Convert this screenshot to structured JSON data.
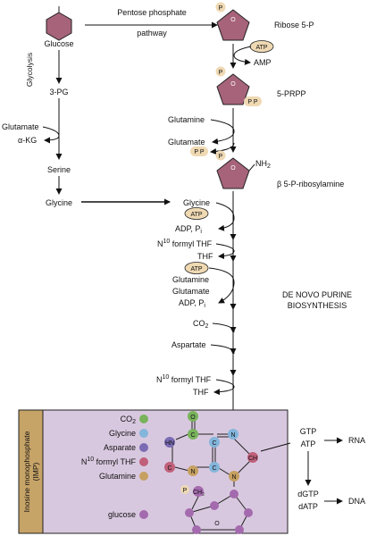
{
  "glycolysis": {
    "glucose": "Glucose",
    "glycolysis_label": "Glycolysis",
    "pg3": "3-PG",
    "glutamate": "Glutamate",
    "akg": "α-KG",
    "serine": "Serine",
    "glycine": "Glycine"
  },
  "ppp": {
    "line1": "Pentose phosphate",
    "line2": "pathway"
  },
  "main": {
    "ribose5p": "Ribose 5-P",
    "atp": "ATP",
    "amp": "AMP",
    "prpp": "5-PRPP",
    "glutamine": "Glutamine",
    "glutamate": "Glutamate",
    "pp": "P P",
    "p": "P",
    "ribosylamine": "β 5-P-ribosylamine",
    "nh2": "NH",
    "nh2_sub": "2"
  },
  "steps": {
    "glycine": "Glycine",
    "atp1": "ATP",
    "adp_pi_1": "ADP, P",
    "pi_sub": "i",
    "n10_1": "N",
    "n10_sup": "10",
    "formyl_thf_1": " formyl THF",
    "thf_1": "THF",
    "atp2": "ATP",
    "glutamine2": "Glutamine",
    "glutamate2": "Glutamate",
    "adp_pi_2": "ADP, P",
    "co2": "CO",
    "co2_sub": "2",
    "aspartate": "Aspartate",
    "n10_2": "N",
    "formyl_thf_2": " formyl THF",
    "thf_2": "THF"
  },
  "title": {
    "line1": "DE NOVO PURINE",
    "line2": "BIOSYNTHESIS"
  },
  "imp_box": {
    "side_label_1": "Inosine monophosphate",
    "side_label_2": "(IMP)",
    "legend": [
      {
        "label": "CO",
        "sub": "2",
        "color": "#79b35c"
      },
      {
        "label": "Glycine",
        "color": "#84b5db"
      },
      {
        "label": "Asparate",
        "color": "#7b6bb4"
      },
      {
        "label": "N",
        "sup": "10",
        "label_rest": " formyl THF",
        "color": "#c0607b"
      },
      {
        "label": "Glutamine",
        "color": "#c6a060"
      },
      {
        "label": "glucose",
        "color": "#a46aae"
      }
    ],
    "atoms": {
      "o": "O",
      "c_top": "C",
      "n_right": "N",
      "hn": "HN",
      "c_mid": "C",
      "ch": "CH",
      "c_left": "C",
      "c_mid2": "C",
      "n_bot": "N",
      "n_left": "N",
      "p": "P",
      "ch2": "CH",
      "ch2_sub": "2",
      "ring_o": "O"
    }
  },
  "outputs": {
    "gtp": "GTP",
    "atp": "ATP",
    "rna": "RNA",
    "dgtp": "dGTP",
    "datp": "dATP",
    "dna": "DNA"
  },
  "colors": {
    "sugar": "#a6637a",
    "phosphate": "#efd9b3",
    "imp_bg": "#d8c8df",
    "side_tab": "#c6a367"
  }
}
